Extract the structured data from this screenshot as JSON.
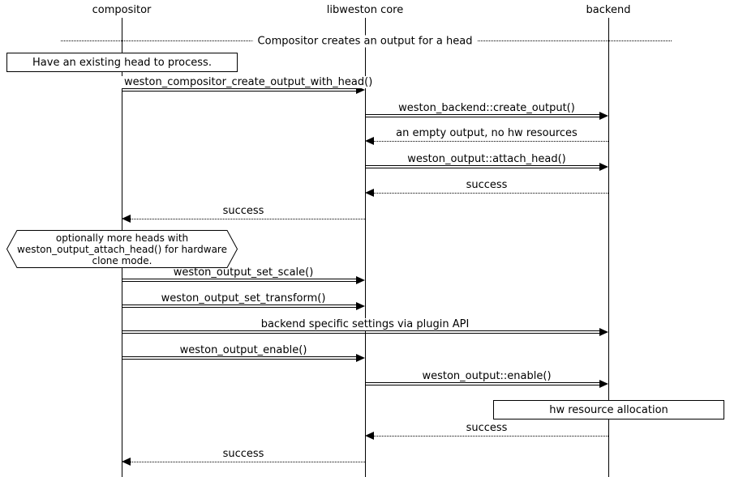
{
  "lifelines": [
    {
      "label": "compositor"
    },
    {
      "label": "libweston core"
    },
    {
      "label": "backend"
    }
  ],
  "divider": {
    "label": "Compositor creates an output for a head"
  },
  "notes": [
    {
      "type": "box",
      "lifeline": "compositor",
      "label": "Have an existing head to process."
    },
    {
      "type": "abox",
      "lifeline": "compositor",
      "label": "optionally more heads with\nweston_output_attach_head() for hardware\nclone mode."
    },
    {
      "type": "box",
      "lifeline": "backend",
      "label": "hw resource allocation"
    }
  ],
  "messages": [
    {
      "from": "compositor",
      "to": "libweston core",
      "type": "call",
      "label": "weston_compositor_create_output_with_head()"
    },
    {
      "from": "libweston core",
      "to": "backend",
      "type": "call",
      "label": "weston_backend::create_output()"
    },
    {
      "from": "backend",
      "to": "libweston core",
      "type": "return",
      "label": "an empty output, no hw resources"
    },
    {
      "from": "libweston core",
      "to": "backend",
      "type": "call",
      "label": "weston_output::attach_head()"
    },
    {
      "from": "backend",
      "to": "libweston core",
      "type": "return",
      "label": "success"
    },
    {
      "from": "libweston core",
      "to": "compositor",
      "type": "return",
      "label": "success"
    },
    {
      "from": "compositor",
      "to": "libweston core",
      "type": "call",
      "label": "weston_output_set_scale()"
    },
    {
      "from": "compositor",
      "to": "libweston core",
      "type": "call",
      "label": "weston_output_set_transform()"
    },
    {
      "from": "compositor",
      "to": "backend",
      "type": "call",
      "label": "backend specific settings via plugin API"
    },
    {
      "from": "compositor",
      "to": "libweston core",
      "type": "call",
      "label": "weston_output_enable()"
    },
    {
      "from": "libweston core",
      "to": "backend",
      "type": "call",
      "label": "weston_output::enable()"
    },
    {
      "from": "backend",
      "to": "libweston core",
      "type": "return",
      "label": "success"
    },
    {
      "from": "libweston core",
      "to": "compositor",
      "type": "return",
      "label": "success"
    }
  ],
  "colors": {
    "line": "#000000",
    "background": "#ffffff"
  }
}
